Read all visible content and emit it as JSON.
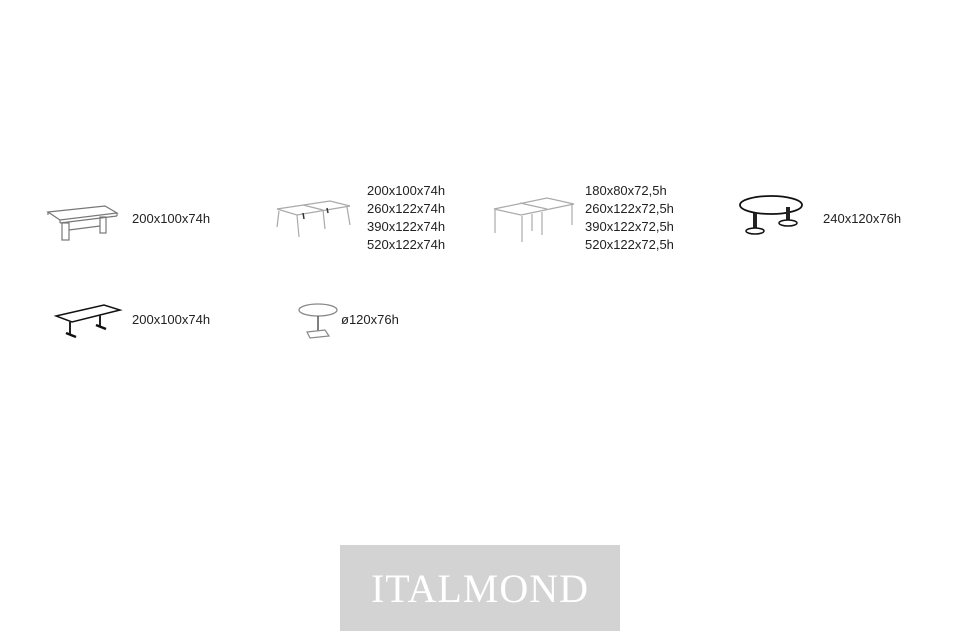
{
  "tables": [
    {
      "icon": "panel-leg-rectangular-table-icon",
      "sizes": [
        "200x100x74h"
      ]
    },
    {
      "icon": "angled-leg-modular-table-icon",
      "sizes": [
        "200x100x74h",
        "260x122x74h",
        "390x122x74h",
        "520x122x74h"
      ]
    },
    {
      "icon": "square-leg-modular-table-icon",
      "sizes": [
        "180x80x72,5h",
        "260x122x72,5h",
        "390x122x72,5h",
        "520x122x72,5h"
      ]
    },
    {
      "icon": "oval-pedestal-table-icon",
      "sizes": [
        "240x120x76h"
      ]
    },
    {
      "icon": "t-leg-rectangular-table-icon",
      "sizes": [
        "200x100x74h"
      ]
    },
    {
      "icon": "round-pedestal-table-icon",
      "sizes": [
        "ø120x76h"
      ]
    }
  ],
  "logo": {
    "text": "ITALMOND",
    "background": "#d3d3d3"
  }
}
